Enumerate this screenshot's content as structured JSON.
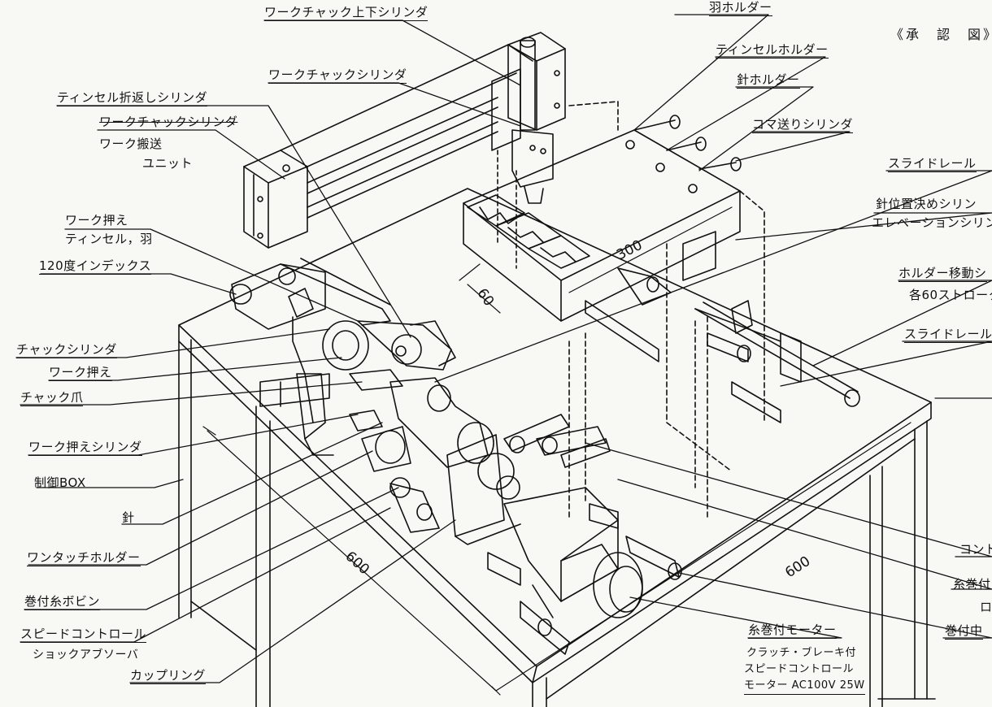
{
  "header": {
    "stamp": "《承　認　図》"
  },
  "labels": {
    "work_chuck_updown_cyl": "ワークチャック上下シリンダ",
    "work_chuck_cyl_top": "ワークチャックシリンダ",
    "tinsel_fold_cyl": "ティンセル折返しシリンダ",
    "work_chuck_cyl_struck": "ワークチャックシリンダ",
    "work_transfer_1": "ワーク搬送",
    "work_transfer_2": "ユニット",
    "work_press_1": "ワーク押え",
    "work_press_2": "ティンセル，羽",
    "index_120": "120度インデックス",
    "chuck_cyl": "チャックシリンダ",
    "work_press": "ワーク押え",
    "chuck_claw": "チャック爪",
    "work_press_cyl": "ワーク押えシリンダ",
    "control_box": "制御BOX",
    "needle": "針",
    "one_touch_holder": "ワンタッチホルダー",
    "winding_bobbin": "巻付糸ボビン",
    "speed_control": "スピードコントロール",
    "shock_absorber": "ショックアブソーバ",
    "coupling": "カップリング",
    "feather_holder": "羽ホルダー",
    "tinsel_holder": "ティンセルホルダー",
    "needle_holder": "針ホルダー",
    "koma_feed_cyl": "コマ送りシリンダ",
    "slide_rail_1": "スライドレール",
    "needle_pos_1": "針位置決めシリン",
    "needle_pos_2": "エレベーションシリン",
    "holder_move_1": "ホルダー移動シ",
    "holder_move_2": "各60ストローク",
    "slide_rail_2": "スライドレール",
    "right_cut_1": "コント",
    "right_cut_2": "糸巻付",
    "right_cut_3": "ロ",
    "right_cut_4": "巻付中",
    "thread_motor": "糸巻付モーター",
    "motor_spec_1": "クラッチ・ブレーキ付",
    "motor_spec_2": "スピードコントロール",
    "motor_spec_3": "モーター AC100V 25W"
  },
  "dimensions": {
    "d300": "300",
    "d60": "60",
    "d600_left": "600",
    "d600_right": "600"
  }
}
